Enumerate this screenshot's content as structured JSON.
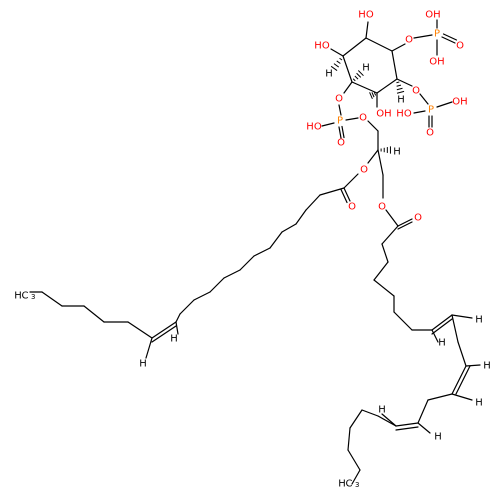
{
  "colors": {
    "bond": "#000000",
    "oxygen": "#ff0000",
    "phosphorus": "#ff8000",
    "carbon": "#000000",
    "hydrogen": "#000000"
  },
  "atom_labels": {
    "oh_top": "HO",
    "oh_left": "HO",
    "oh_mid": "OH",
    "o_ring_right": "O",
    "o_ring_left": "O",
    "o_ring_br": "O",
    "p_top": "P",
    "p_left": "P",
    "p_right": "P",
    "p_top_oh1": "OH",
    "p_top_oh2": "OH",
    "p_top_o": "O",
    "p_left_ho": "HO",
    "p_left_o_up": "O",
    "p_left_o_down": "O",
    "p_right_ho": "HO",
    "p_right_oh": "OH",
    "p_right_o": "O",
    "h_ring_a": "H",
    "h_ring_b": "H",
    "h_ring_c": "H",
    "o_glyc_mid": "O",
    "h_glyc": "H",
    "o_ester_left": "O",
    "o_carbonyl_left": "O",
    "o_ester_right": "O",
    "o_carbonyl_right": "O",
    "h_db_left_1": "H",
    "h_db_left_2": "H",
    "h_db_r1_a": "H",
    "h_db_r1_b": "H",
    "h_db_r2_a": "H",
    "h_db_r2_b": "H",
    "h_db_r3_a": "H",
    "h_db_r3_b": "H",
    "methyl_left": "H",
    "methyl_left_c": "C",
    "methyl_left_sub": "3",
    "methyl_right": "H",
    "methyl_right_c": "C",
    "methyl_right_sub": "3"
  }
}
